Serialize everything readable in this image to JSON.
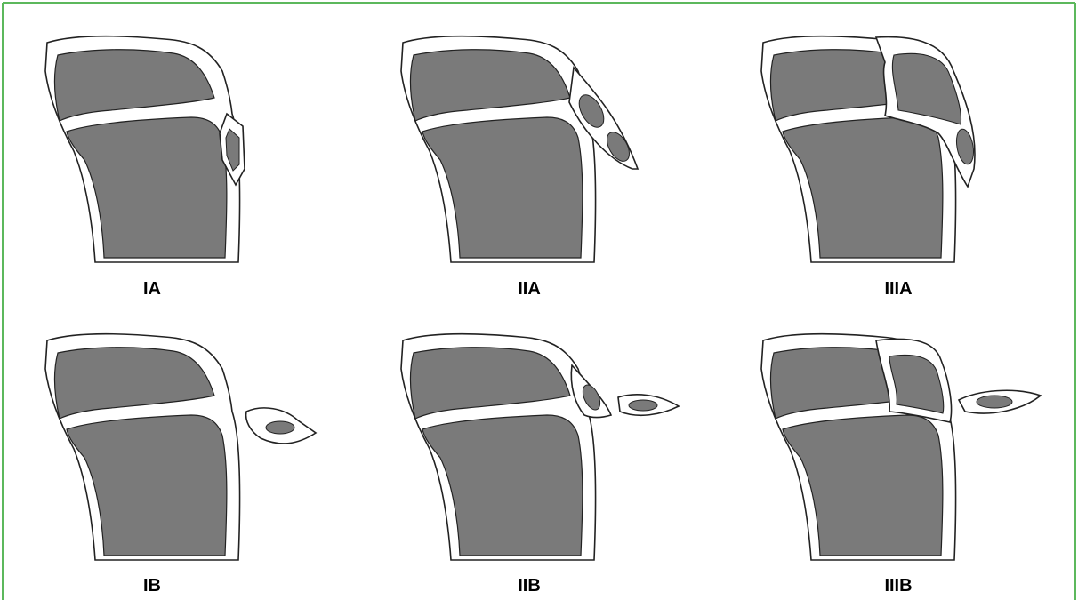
{
  "figure": {
    "colors": {
      "border": "#5cb85c",
      "marrow": "#7a7a7a",
      "cortex": "#ffffff",
      "outline": "#222222",
      "label": "#000000"
    },
    "panels": [
      {
        "label": "IA",
        "variant": "IA"
      },
      {
        "label": "IIA",
        "variant": "IIA"
      },
      {
        "label": "IIIA",
        "variant": "IIIA"
      },
      {
        "label": "IB",
        "variant": "IB"
      },
      {
        "label": "IIB",
        "variant": "IIB"
      },
      {
        "label": "IIIB",
        "variant": "IIIB"
      }
    ]
  }
}
